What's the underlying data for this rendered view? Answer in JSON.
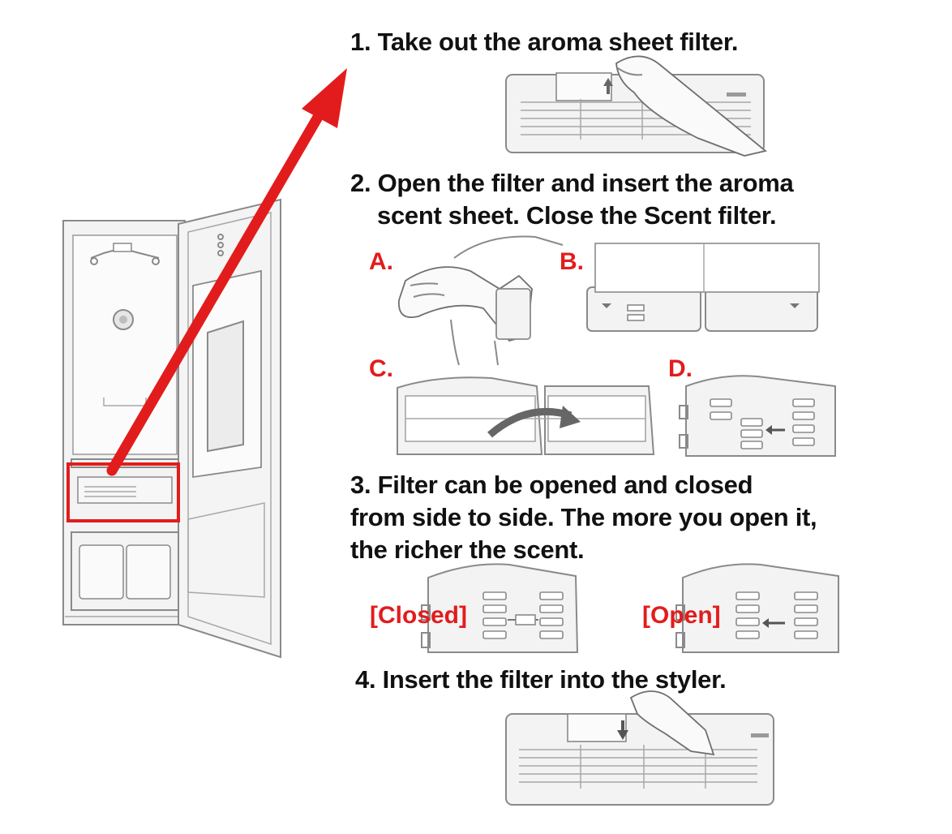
{
  "steps": {
    "step1": "1. Take out the aroma sheet filter.",
    "step2_line1": "2. Open the filter and insert the aroma",
    "step2_line2": "scent sheet. Close the Scent filter.",
    "step3_line1": "3. Filter can be opened and closed",
    "step3_line2": "from side to side. The more you open it,",
    "step3_line3": "the richer the scent.",
    "step4": "4. Insert the filter into the styler."
  },
  "labels": {
    "a": "A.",
    "b": "B.",
    "c": "C.",
    "d": "D.",
    "closed": "[Closed]",
    "open": "[Open]"
  },
  "colors": {
    "accent": "#e21c1c",
    "text": "#111111",
    "line_art": "#8a8a8a"
  }
}
